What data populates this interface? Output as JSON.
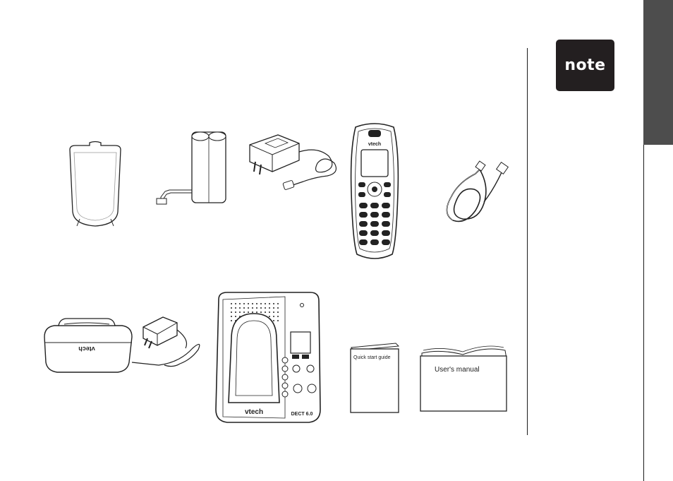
{
  "note_badge": {
    "label": "note"
  },
  "handset": {
    "brand": "vtech"
  },
  "charger": {
    "brand": "vtech"
  },
  "base": {
    "brand": "vtech",
    "dect": "DECT 6.0"
  },
  "quick_start": {
    "title": "Quick start guide"
  },
  "users_manual": {
    "title": "User's manual"
  },
  "colors": {
    "tab_dark": "#4d4d4d",
    "badge": "#231f20",
    "line": "#1a1a1a"
  }
}
